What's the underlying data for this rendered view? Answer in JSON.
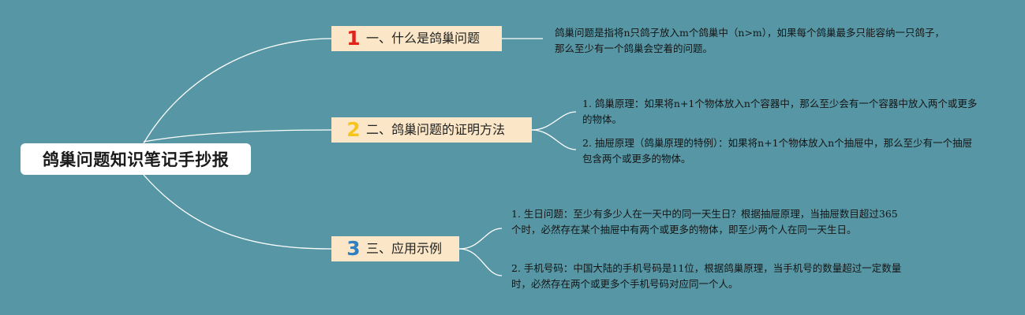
{
  "root": {
    "title": "鸽巢问题知识笔记手抄报"
  },
  "colors": {
    "background": "#5797a5",
    "branch_fill": "#fbe7c7",
    "link": "#ffffff",
    "num_1": "#e2231a",
    "num_2": "#f5c51c",
    "num_3": "#2f7fc1"
  },
  "branches": [
    {
      "num": "1",
      "label": "一、什么是鸽巢问题",
      "leaves": [
        "鸽巢问题是指将n只鸽子放入m个鸽巢中（n>m），如果每个鸽巢最多只能容纳一只鸽子，那么至少有一个鸽巢会空着的问题。"
      ]
    },
    {
      "num": "2",
      "label": "二、鸽巢问题的证明方法",
      "leaves": [
        "1. 鸽巢原理：如果将n+1个物体放入n个容器中，那么至少会有一个容器中放入两个或更多的物体。",
        "2. 抽屉原理（鸽巢原理的特例）：如果将n+1个物体放入n个抽屉中，那么至少有一个抽屉包含两个或更多的物体。"
      ]
    },
    {
      "num": "3",
      "label": "三、应用示例",
      "leaves": [
        "1. 生日问题：至少有多少人在一天中的同一天生日？根据抽屉原理，当抽屉数目超过365个时，必然存在某个抽屉中有两个或更多的物体，即至少两个人在同一天生日。",
        "2. 手机号码：中国大陆的手机号码是11位，根据鸽巢原理，当手机号的数量超过一定数量时，必然存在两个或更多个手机号码对应同一个人。"
      ]
    }
  ]
}
